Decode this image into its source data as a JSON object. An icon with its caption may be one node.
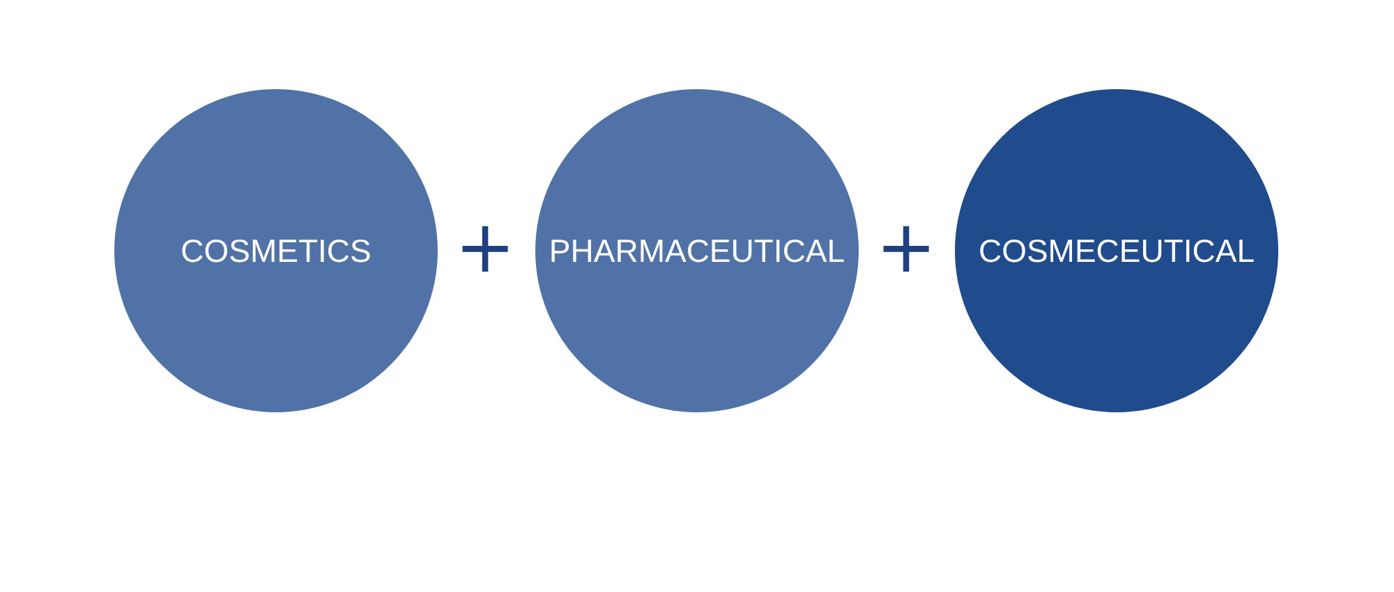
{
  "diagram": {
    "nodes": [
      {
        "text": [
          "COSMETICS"
        ]
      },
      {
        "text": [
          "PHARMACEUTICAL"
        ]
      },
      {
        "text": [
          "COSMECEUTICAL"
        ]
      }
    ],
    "labels": [
      "+",
      "+"
    ]
  }
}
